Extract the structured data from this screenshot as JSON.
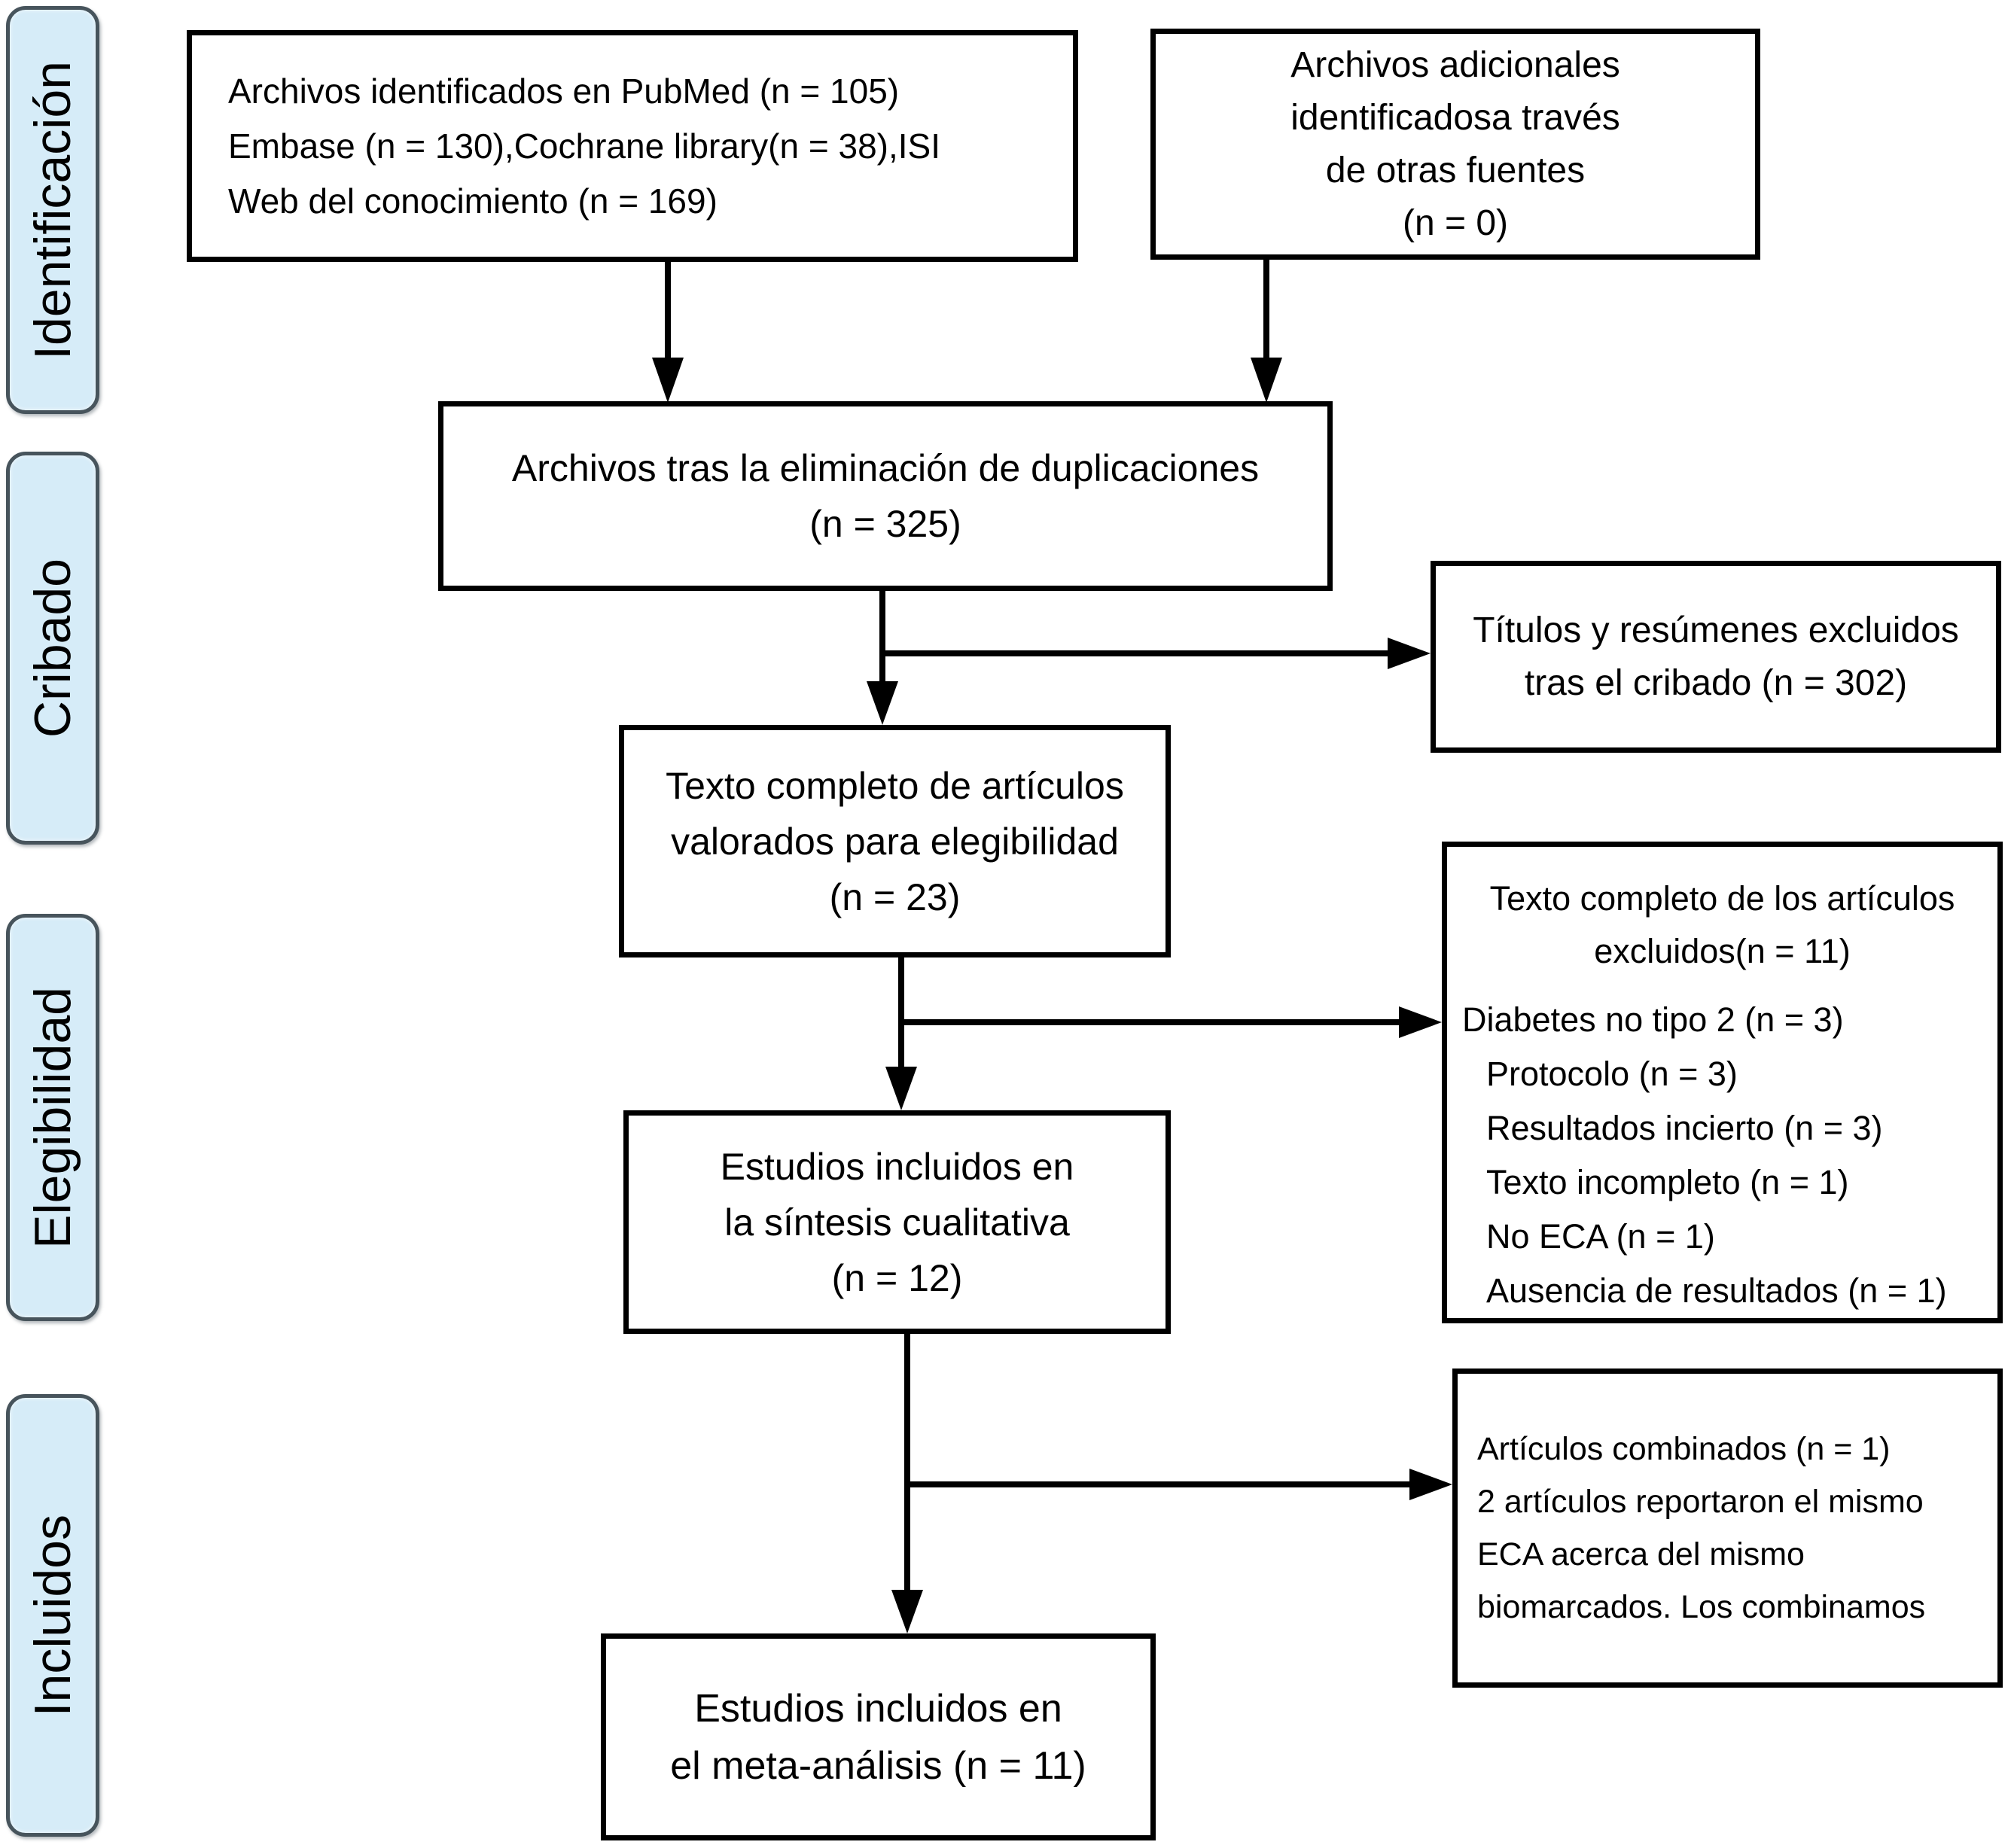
{
  "colors": {
    "sidebar_fill": "#d6ecf8",
    "sidebar_border": "#47545c",
    "box_border": "#000000",
    "text": "#000000",
    "background": "#ffffff"
  },
  "sidebar": {
    "labels": [
      {
        "text": "Identificación"
      },
      {
        "text": "Cribado"
      },
      {
        "text": "Elegibilidad"
      },
      {
        "text": "Incluidos"
      }
    ]
  },
  "boxes": {
    "identified": {
      "lines": [
        "Archivos identificados en PubMed (n = 105)",
        "Embase (n = 130),Cochrane library(n = 38),ISI",
        "Web del conocimiento (n = 169)"
      ]
    },
    "additional": {
      "lines": [
        "Archivos adicionales",
        "identificadosa través",
        "de otras fuentes",
        "(n = 0)"
      ]
    },
    "deduplicated": {
      "lines": [
        "Archivos tras la eliminación de duplicaciones",
        "(n = 325)"
      ]
    },
    "screened_excluded": {
      "lines": [
        "Títulos y resúmenes excluidos",
        "tras el cribado (n = 302)"
      ]
    },
    "fulltext_assessed": {
      "lines": [
        "Texto completo de artículos",
        "valorados para elegibilidad",
        "(n = 23)"
      ]
    },
    "fulltext_excluded": {
      "title_lines": [
        "Texto completo de los artículos",
        "excluidos(n = 11)"
      ],
      "items": [
        "Diabetes no tipo 2 (n = 3)",
        "Protocolo (n = 3)",
        "Resultados incierto (n = 3)",
        "Texto incompleto (n = 1)",
        "No ECA (n = 1)",
        "Ausencia de resultados (n = 1)"
      ]
    },
    "qualitative_synthesis": {
      "lines": [
        "Estudios incluidos en",
        "la síntesis cualitativa",
        "(n = 12)"
      ]
    },
    "articles_combined": {
      "lines": [
        "Artículos combinados (n = 1)",
        "2 artículos reportaron el mismo",
        "ECA acerca del mismo",
        "biomarcados. Los combinamos"
      ]
    },
    "meta_analysis": {
      "lines": [
        "Estudios incluidos en",
        "el meta-análisis (n = 11)"
      ]
    }
  }
}
